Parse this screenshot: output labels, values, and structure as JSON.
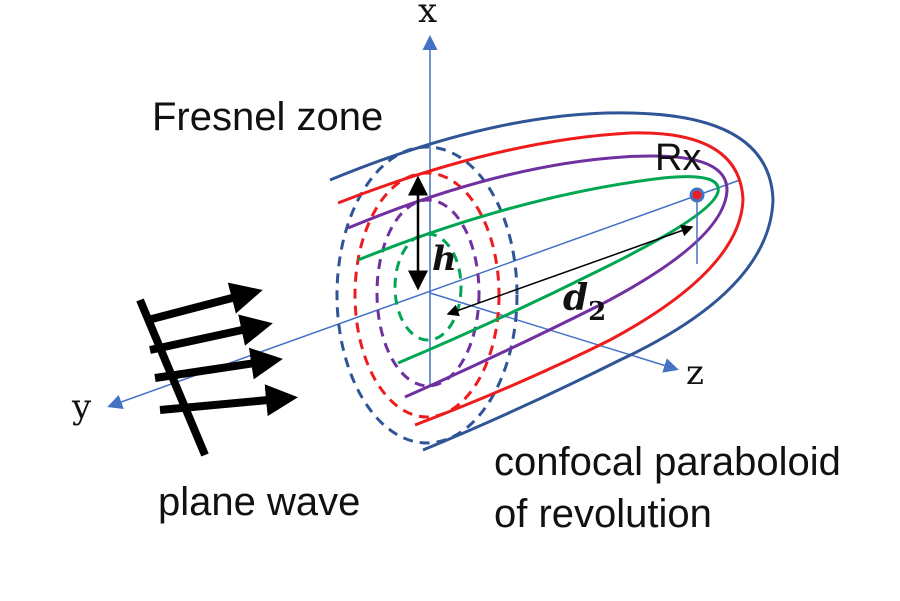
{
  "labels": {
    "x_axis": "x",
    "y_axis": "y",
    "z_axis": "z",
    "fresnel_zone": "Fresnel zone",
    "rx": "Rx",
    "h": "h",
    "d": "d",
    "d_sub": "2",
    "plane_wave": "plane wave",
    "paraboloid_line1": "confocal paraboloid",
    "paraboloid_line2": "of revolution"
  },
  "colors": {
    "axis": "#4472c4",
    "outer": "#2f5597",
    "red": "#ee1c1c",
    "purple": "#7030a0",
    "green": "#00a651",
    "black": "#000000"
  }
}
